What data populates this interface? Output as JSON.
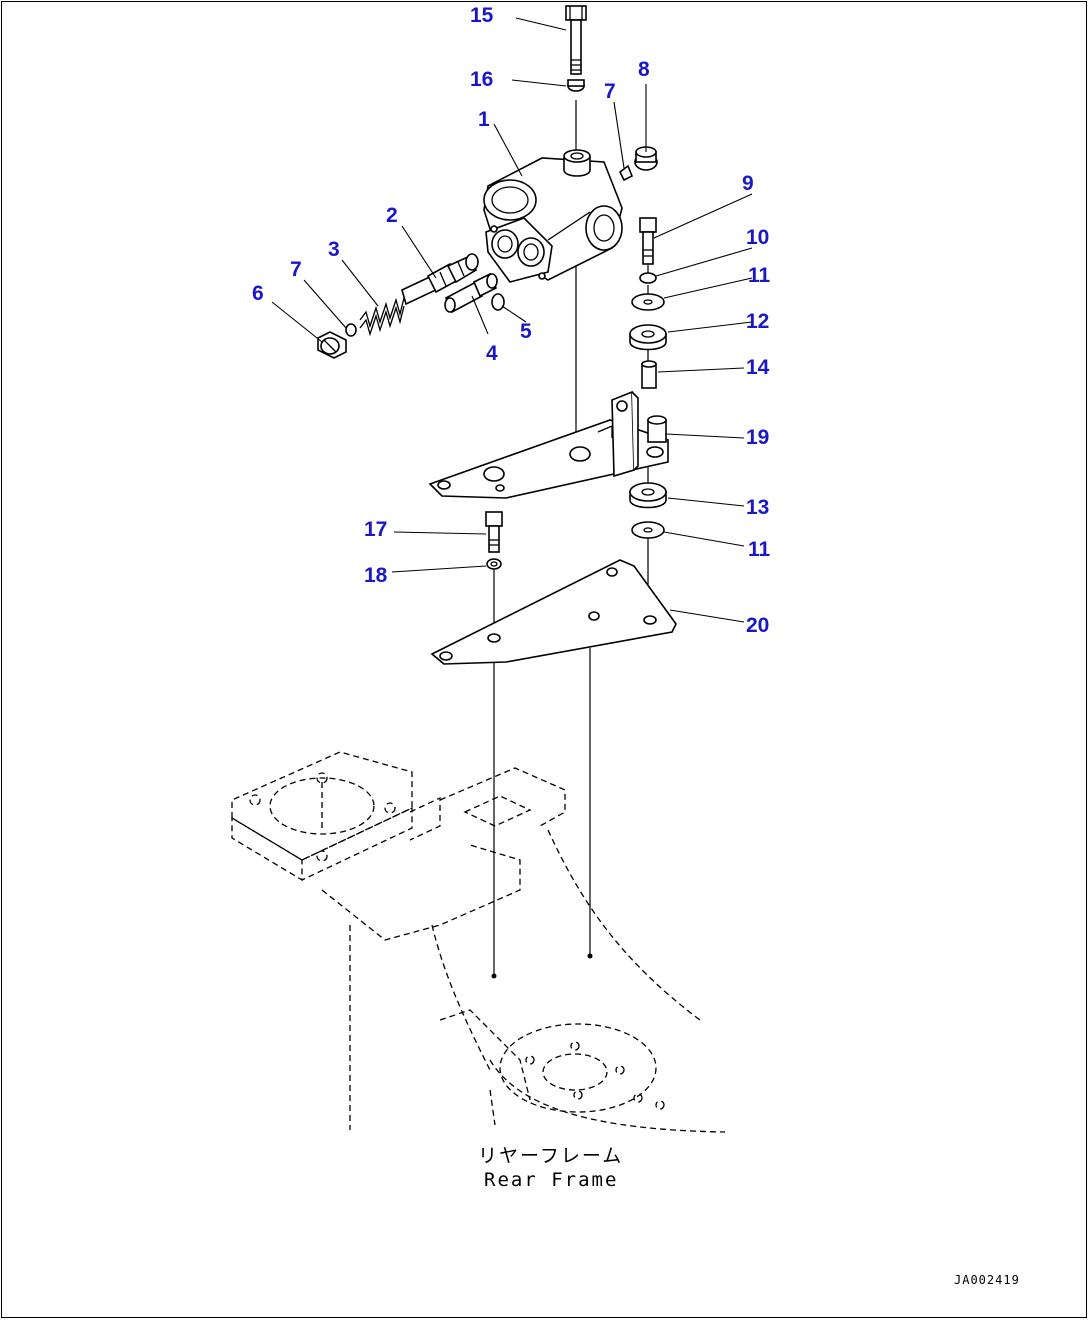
{
  "diagram": {
    "callouts": [
      {
        "id": "c15",
        "label": "15"
      },
      {
        "id": "c16",
        "label": "16"
      },
      {
        "id": "c7a",
        "label": "7"
      },
      {
        "id": "c8",
        "label": "8"
      },
      {
        "id": "c1",
        "label": "1"
      },
      {
        "id": "c9",
        "label": "9"
      },
      {
        "id": "c2",
        "label": "2"
      },
      {
        "id": "c10",
        "label": "10"
      },
      {
        "id": "c3",
        "label": "3"
      },
      {
        "id": "c7b",
        "label": "7"
      },
      {
        "id": "c11a",
        "label": "11"
      },
      {
        "id": "c6",
        "label": "6"
      },
      {
        "id": "c12",
        "label": "12"
      },
      {
        "id": "c5",
        "label": "5"
      },
      {
        "id": "c4",
        "label": "4"
      },
      {
        "id": "c14",
        "label": "14"
      },
      {
        "id": "c19",
        "label": "19"
      },
      {
        "id": "c13",
        "label": "13"
      },
      {
        "id": "c17",
        "label": "17"
      },
      {
        "id": "c11b",
        "label": "11"
      },
      {
        "id": "c18",
        "label": "18"
      },
      {
        "id": "c20",
        "label": "20"
      }
    ],
    "caption_jp": "リヤーフレーム",
    "caption_en": "Rear Frame",
    "drawing_id": "JA002419",
    "colors": {
      "callout": "#1818c8",
      "line": "#000000",
      "background": "#ffffff"
    }
  }
}
